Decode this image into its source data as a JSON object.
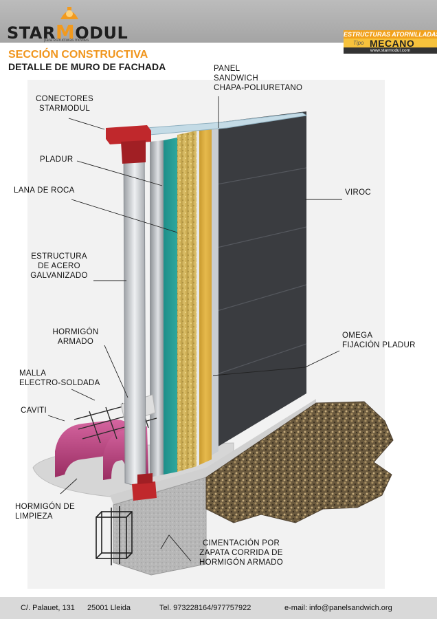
{
  "header": {
    "logo_text_a": "STAR",
    "logo_text_m": "M",
    "logo_text_b": "ODUL",
    "logo_tagline": "para estructuras móviles",
    "badge_title": "ESTRUCTURAS ATORNILLADAS",
    "badge_tipo": "Tipo",
    "badge_brand": "MECANO",
    "badge_url": "www.starmodul.com"
  },
  "titles": {
    "main": "SECCIÓN CONSTRUCTIVA",
    "sub": "DETALLE DE MURO DE FACHADA"
  },
  "labels": {
    "panel_sandwich": [
      "PANEL",
      "SANDWICH",
      "CHAPA-POLIURETANO"
    ],
    "conectores": [
      "CONECTORES",
      "STARMODUL"
    ],
    "pladur": "PLADUR",
    "lana_roca": "LANA DE ROCA",
    "viroc": "VIROC",
    "estructura": [
      "ESTRUCTURA",
      "DE ACERO",
      "GALVANIZADO"
    ],
    "hormigon_armado": [
      "HORMIGÓN",
      "ARMADO"
    ],
    "omega": [
      "OMEGA",
      "FIJACIÓN PLADUR"
    ],
    "malla": [
      "MALLA",
      "ELECTRO-SOLDADA"
    ],
    "caviti": "CAVITI",
    "hormigon_limpieza": [
      "HORMIGÓN DE",
      "LIMPIEZA"
    ],
    "cimentacion": [
      "CIMENTACIÓN POR",
      "ZAPATA CORRIDA DE",
      "HORMIGÓN ARMADO"
    ]
  },
  "footer": {
    "address": "C/. Palauet, 131",
    "city": "25001 Lleida",
    "phone": "Tel. 973228164/977757922",
    "email": "e-mail:  info@panelsandwich.org"
  },
  "colors": {
    "accent_orange": "#f0951c",
    "connector_red": "#c0282c",
    "viroc_panel": "#3a3c40",
    "insulation_yellow": "#d8b24a",
    "caviti_pink": "#c0407e",
    "gravel": "#6b5a3e"
  }
}
